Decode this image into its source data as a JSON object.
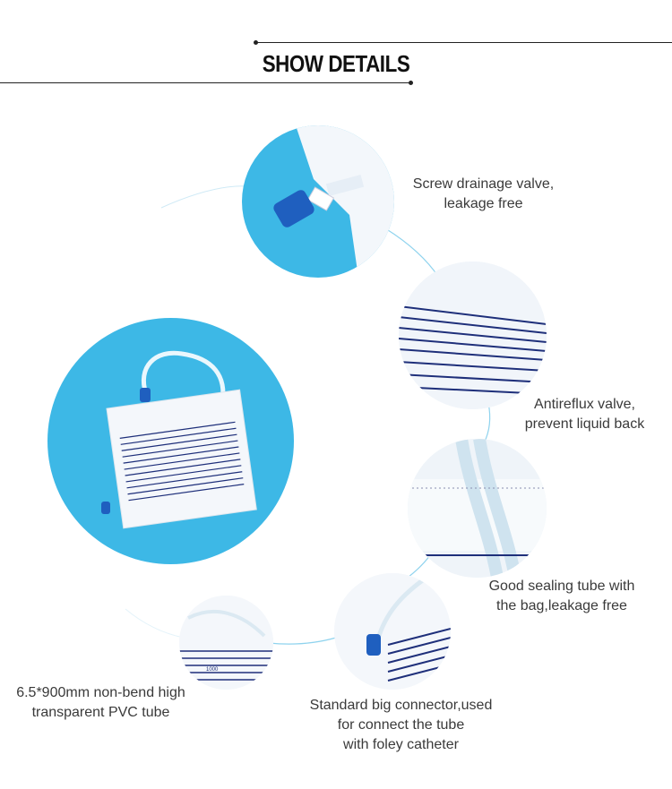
{
  "header": {
    "title": "SHOW DETAILS"
  },
  "features": [
    {
      "lines": [
        "Screw drainage valve,",
        "leakage free"
      ]
    },
    {
      "lines": [
        "Antireflux valve,",
        "prevent liquid back"
      ]
    },
    {
      "lines": [
        "Good sealing tube with",
        "the bag,leakage free"
      ]
    },
    {
      "lines": [
        "Standard big connector,used",
        "for connect the tube",
        "with foley catheter"
      ]
    },
    {
      "lines": [
        "6.5*900mm non-bend high",
        "transparent PVC tube"
      ]
    }
  ],
  "bag_labels": {
    "volume_marking": "1000"
  },
  "colors": {
    "circle_blue": "#3db8e6",
    "valve_blue": "#1f5fbf",
    "stripe_navy": "#1e2f7a",
    "connector_line": "#8fd3ee"
  }
}
